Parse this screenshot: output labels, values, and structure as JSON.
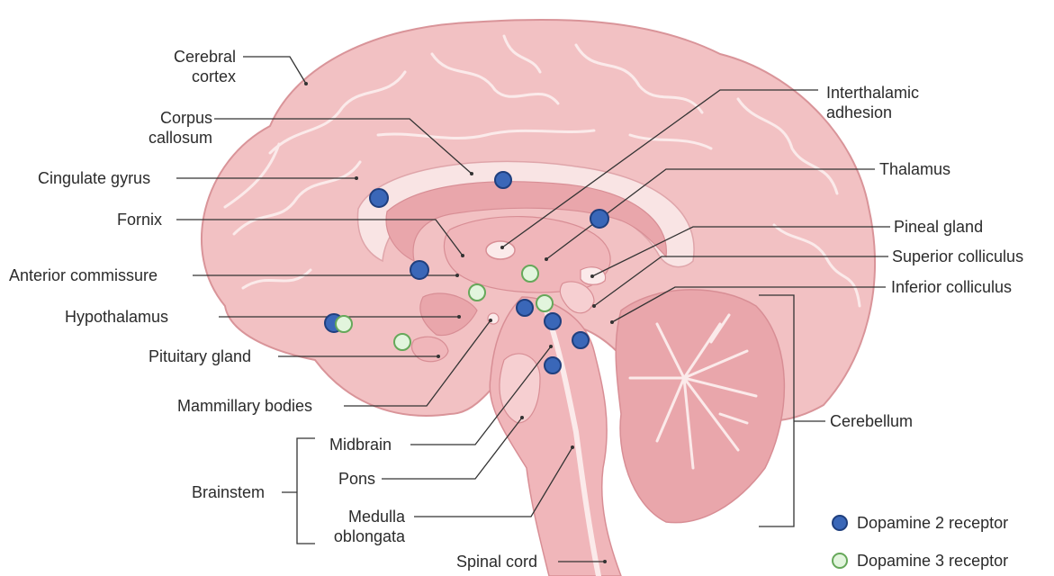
{
  "labels": {
    "cerebral_cortex": [
      "Cerebral",
      "cortex"
    ],
    "corpus_callosum": [
      "Corpus",
      "callosum"
    ],
    "cingulate_gyrus": "Cingulate gyrus",
    "fornix": "Fornix",
    "anterior_commissure": "Anterior commissure",
    "hypothalamus": "Hypothalamus",
    "pituitary_gland": "Pituitary gland",
    "mammillary_bodies": "Mammillary bodies",
    "midbrain": "Midbrain",
    "pons": "Pons",
    "brainstem": "Brainstem",
    "medulla_oblongata": [
      "Medulla",
      "oblongata"
    ],
    "spinal_cord": "Spinal cord",
    "interthalamic_adhesion": [
      "Interthalamic",
      "adhesion"
    ],
    "thalamus": "Thalamus",
    "pineal_gland": "Pineal gland",
    "superior_colliculus": "Superior colliculus",
    "inferior_colliculus": "Inferior colliculus",
    "cerebellum": "Cerebellum"
  },
  "legend": {
    "d2": "Dopamine 2 receptor",
    "d3": "Dopamine 3 receptor"
  },
  "colors": {
    "brain_fill": "#f2c1c3",
    "brain_stroke": "#d99499",
    "deep_structure": "#e9a6ab",
    "white_matter": "#f9e4e4",
    "d2_receptor": "#3a67b8",
    "d3_receptor": "#e2f5dd",
    "leader_line": "#333333"
  }
}
